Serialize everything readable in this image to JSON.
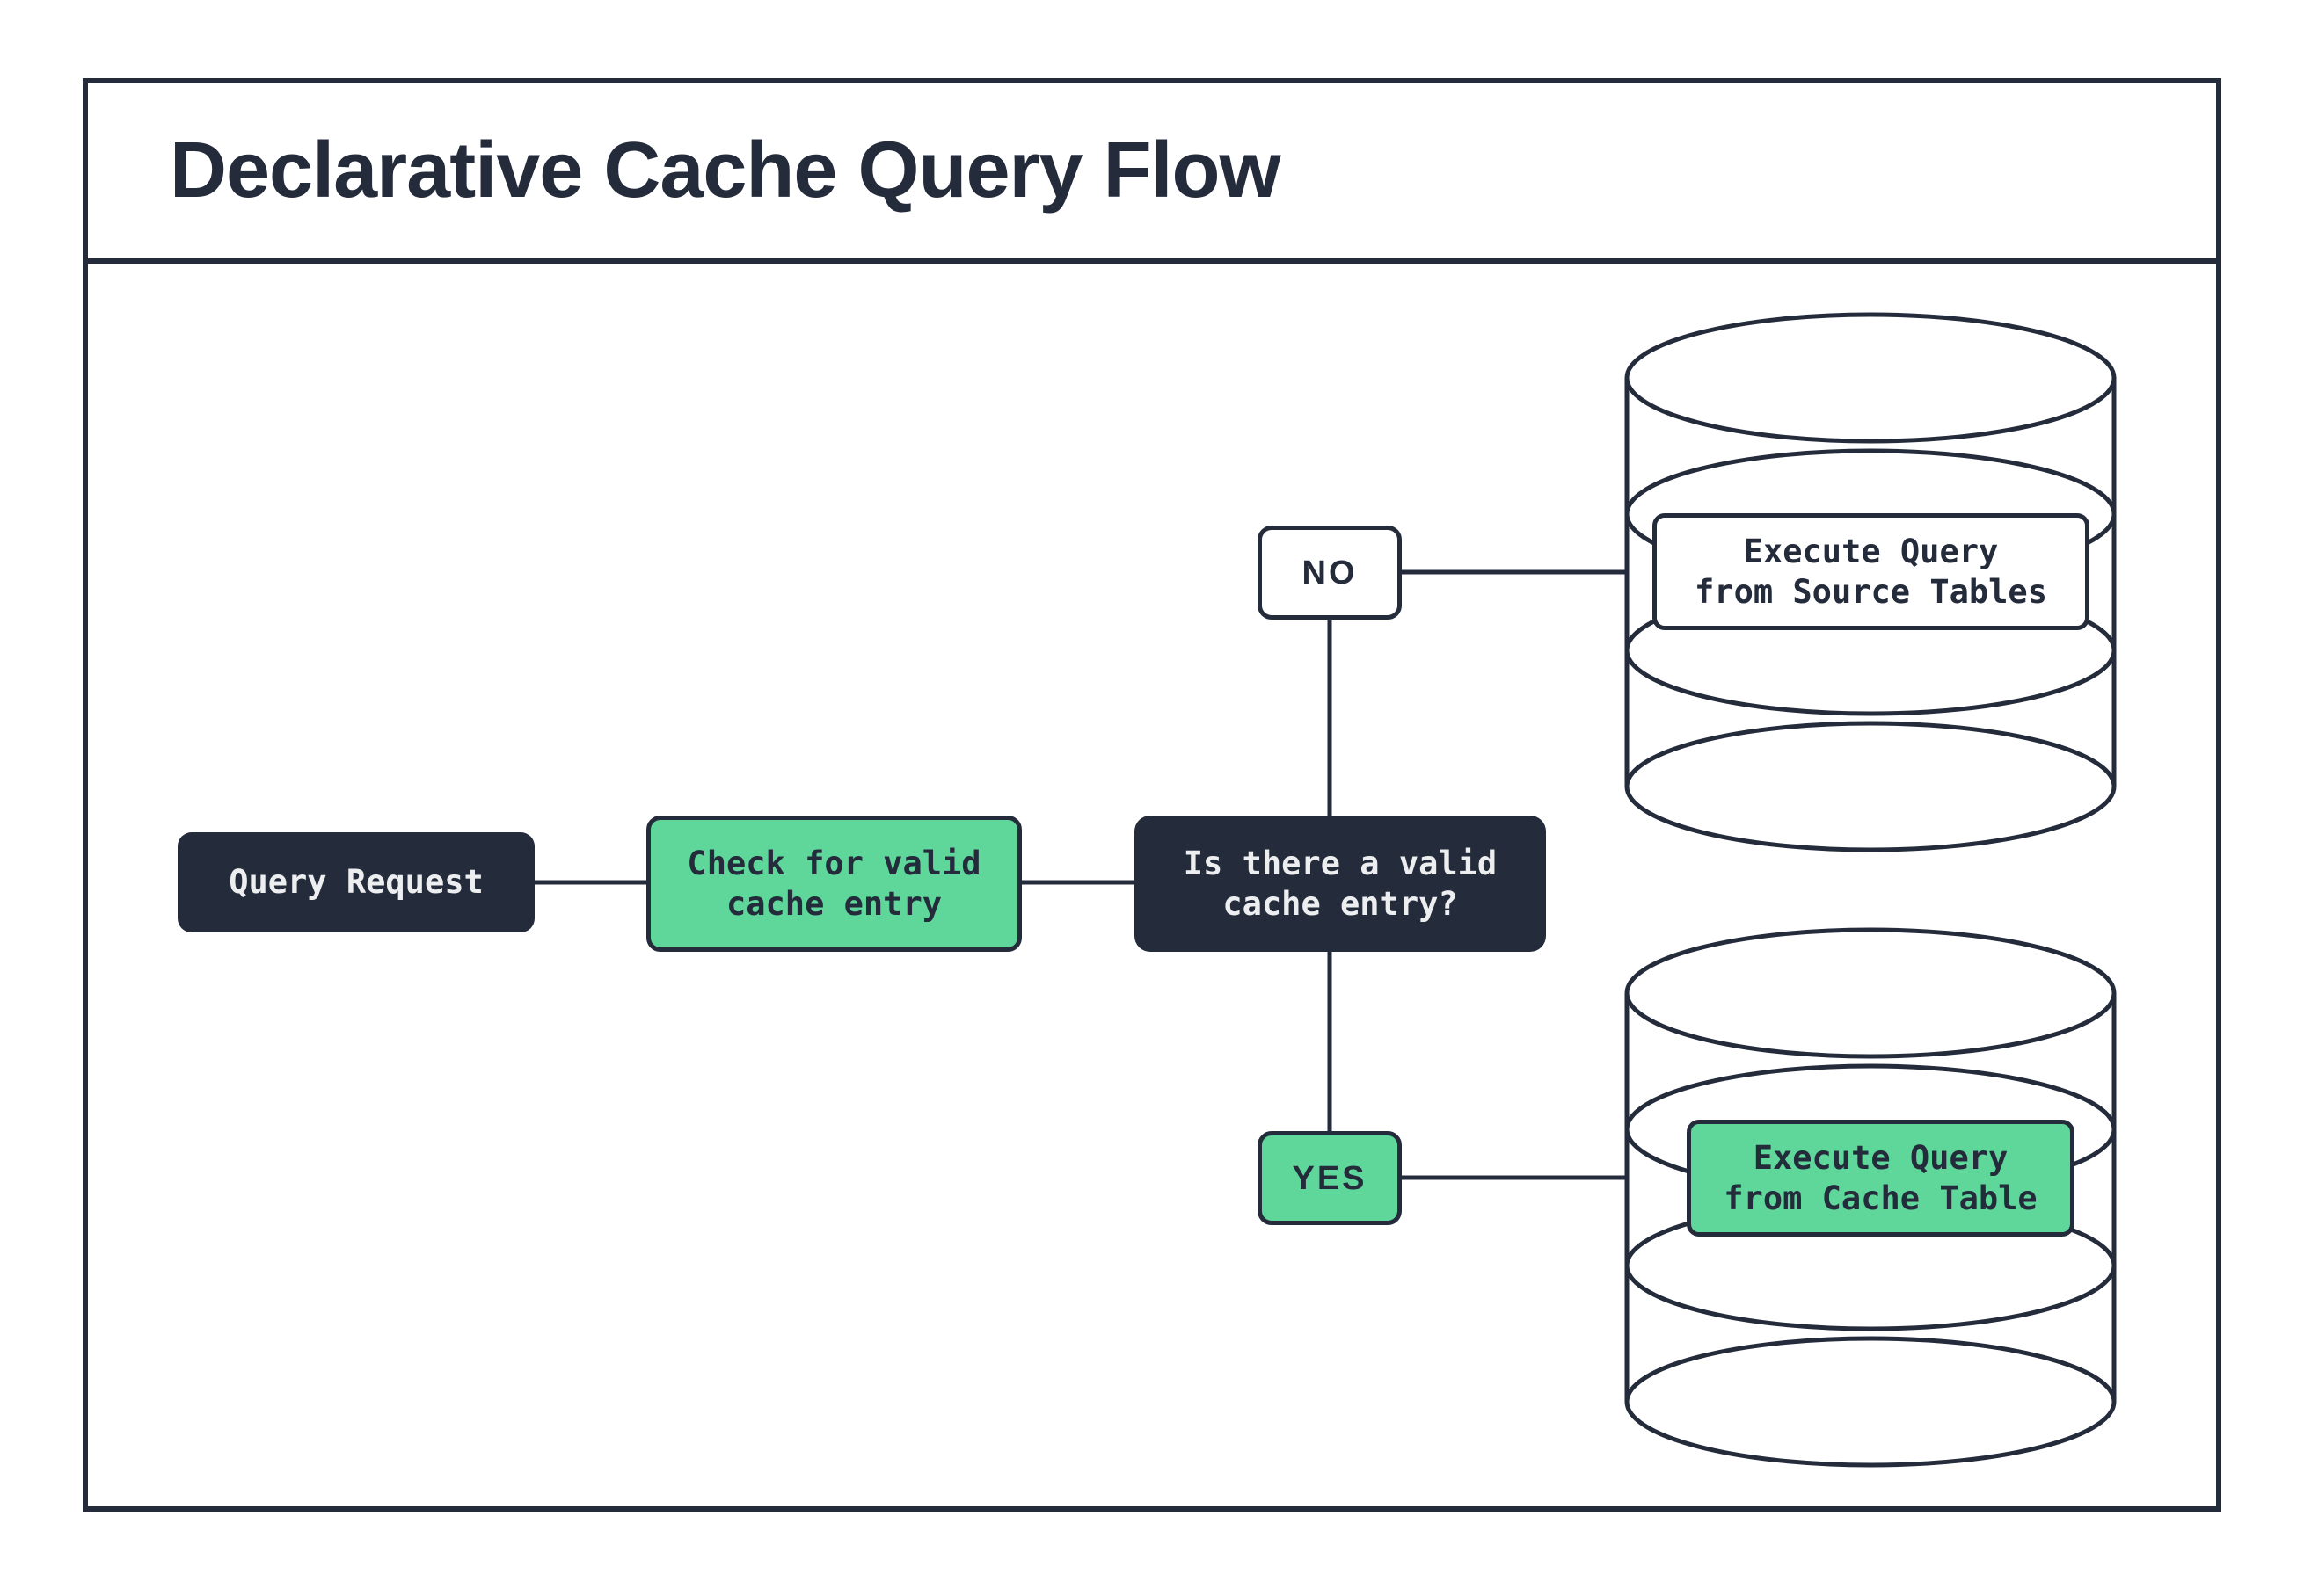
{
  "title": "Declarative Cache Query Flow",
  "colors": {
    "ink": "#242B3B",
    "green": "#5FD79B",
    "paper": "#FFFFFF",
    "light_text": "#EDEEEF"
  },
  "flow": {
    "query_request": {
      "label": "Query Request"
    },
    "check_cache": {
      "lines": [
        "Check for valid",
        "cache entry"
      ]
    },
    "decision": {
      "lines": [
        "Is there a valid",
        "cache entry?"
      ]
    },
    "branch_no": {
      "label": "NO"
    },
    "branch_yes": {
      "label": "YES"
    },
    "source_db_action": {
      "lines": [
        "Execute Query",
        "from Source Tables"
      ]
    },
    "cache_db_action": {
      "lines": [
        "Execute Query",
        "from Cache Table"
      ]
    }
  }
}
